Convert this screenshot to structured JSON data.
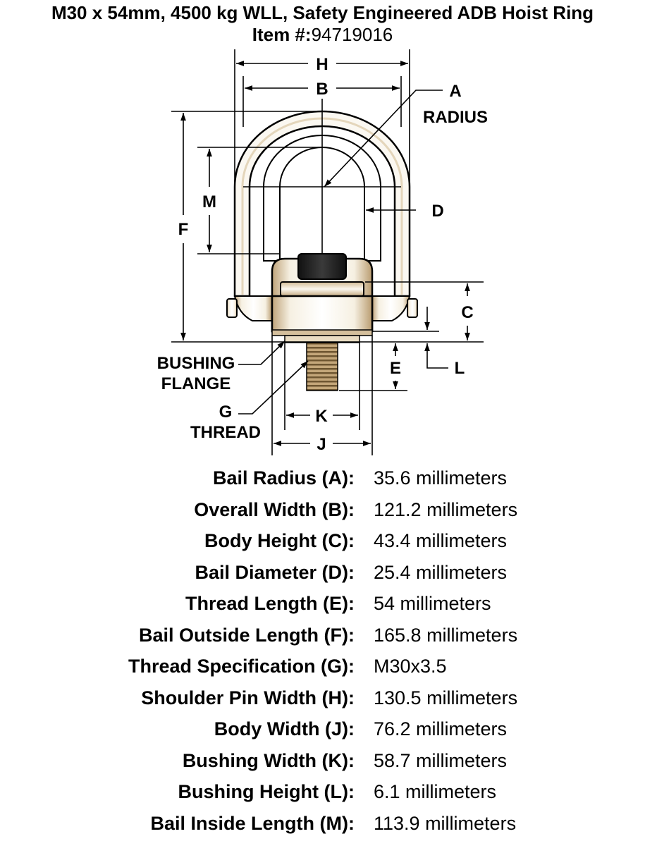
{
  "title": "M30 x 54mm, 4500 kg WLL, Safety Engineered ADB Hoist Ring",
  "item_label": "Item #:",
  "item_number": "94719016",
  "diagram_labels": {
    "H": "H",
    "B": "B",
    "A": "A",
    "radius": "RADIUS",
    "M": "M",
    "F": "F",
    "D": "D",
    "C": "C",
    "E": "E",
    "L": "L",
    "K": "K",
    "J": "J",
    "bushing": "BUSHING",
    "flange": "FLANGE",
    "G": "G",
    "thread": "THREAD"
  },
  "specs": [
    {
      "label": "Bail Radius (A):",
      "value": "35.6 millimeters"
    },
    {
      "label": "Overall Width (B):",
      "value": "121.2 millimeters"
    },
    {
      "label": "Body Height (C):",
      "value": "43.4 millimeters"
    },
    {
      "label": "Bail Diameter (D):",
      "value": "25.4 millimeters"
    },
    {
      "label": "Thread Length (E):",
      "value": "54 millimeters"
    },
    {
      "label": "Bail Outside Length (F):",
      "value": "165.8 millimeters"
    },
    {
      "label": "Thread Specification (G):",
      "value": "M30x3.5"
    },
    {
      "label": "Shoulder Pin Width (H):",
      "value": "130.5 millimeters"
    },
    {
      "label": "Body Width (J):",
      "value": "76.2 millimeters"
    },
    {
      "label": "Bushing Width (K):",
      "value": "58.7 millimeters"
    },
    {
      "label": "Bushing Height (L):",
      "value": "6.1 millimeters"
    },
    {
      "label": "Bail Inside Length (M):",
      "value": "113.9 millimeters"
    }
  ]
}
